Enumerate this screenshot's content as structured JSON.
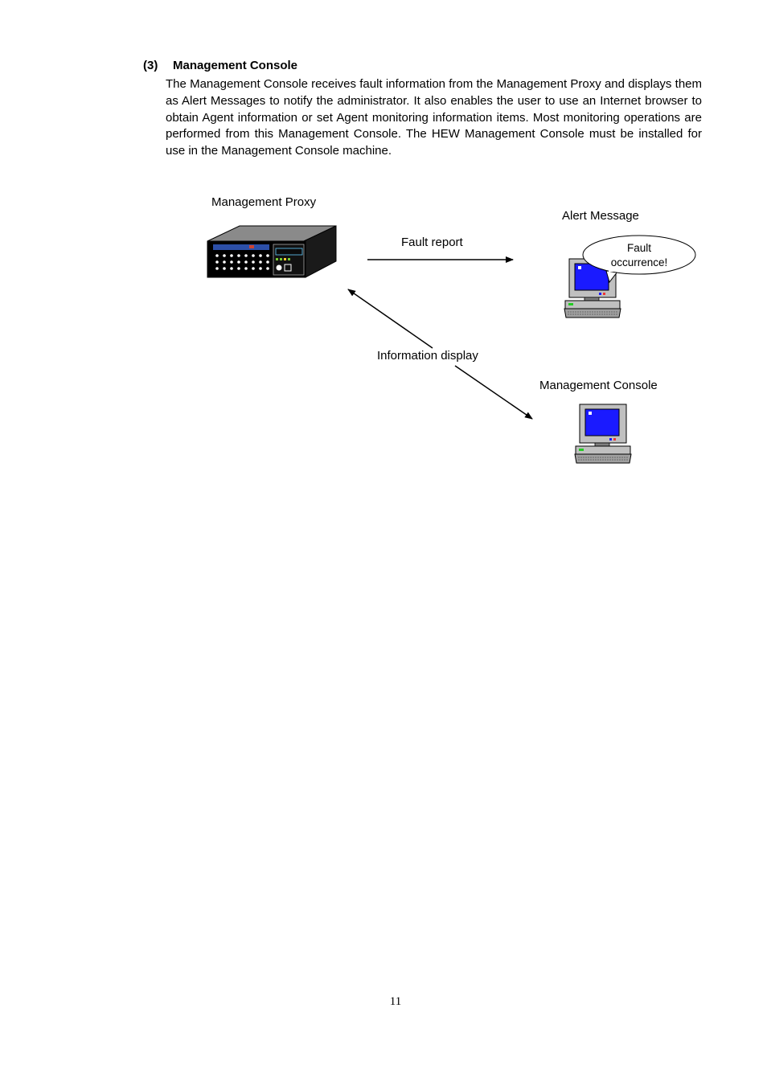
{
  "section": {
    "number": "(3)",
    "title": "Management Console",
    "body": "The Management Console receives fault information from the Management Proxy and displays them as Alert Messages to notify the administrator.    It also enables the user to use an Internet browser to obtain Agent information or set Agent monitoring information items. Most monitoring operations are performed from this Management Console.  The HEW Management Console must be installed for use in the Management Console machine."
  },
  "diagram": {
    "proxy_label": "Management Proxy",
    "alert_label": "Alert Message",
    "fault_report_label": "Fault report",
    "bubble_line1": "Fault",
    "bubble_line2": "occurrence!",
    "info_display_label": "Information display",
    "console_label": "Management Console",
    "icons": [
      "server-device-icon",
      "computer-icon",
      "computer-icon"
    ]
  },
  "page_number": "11"
}
